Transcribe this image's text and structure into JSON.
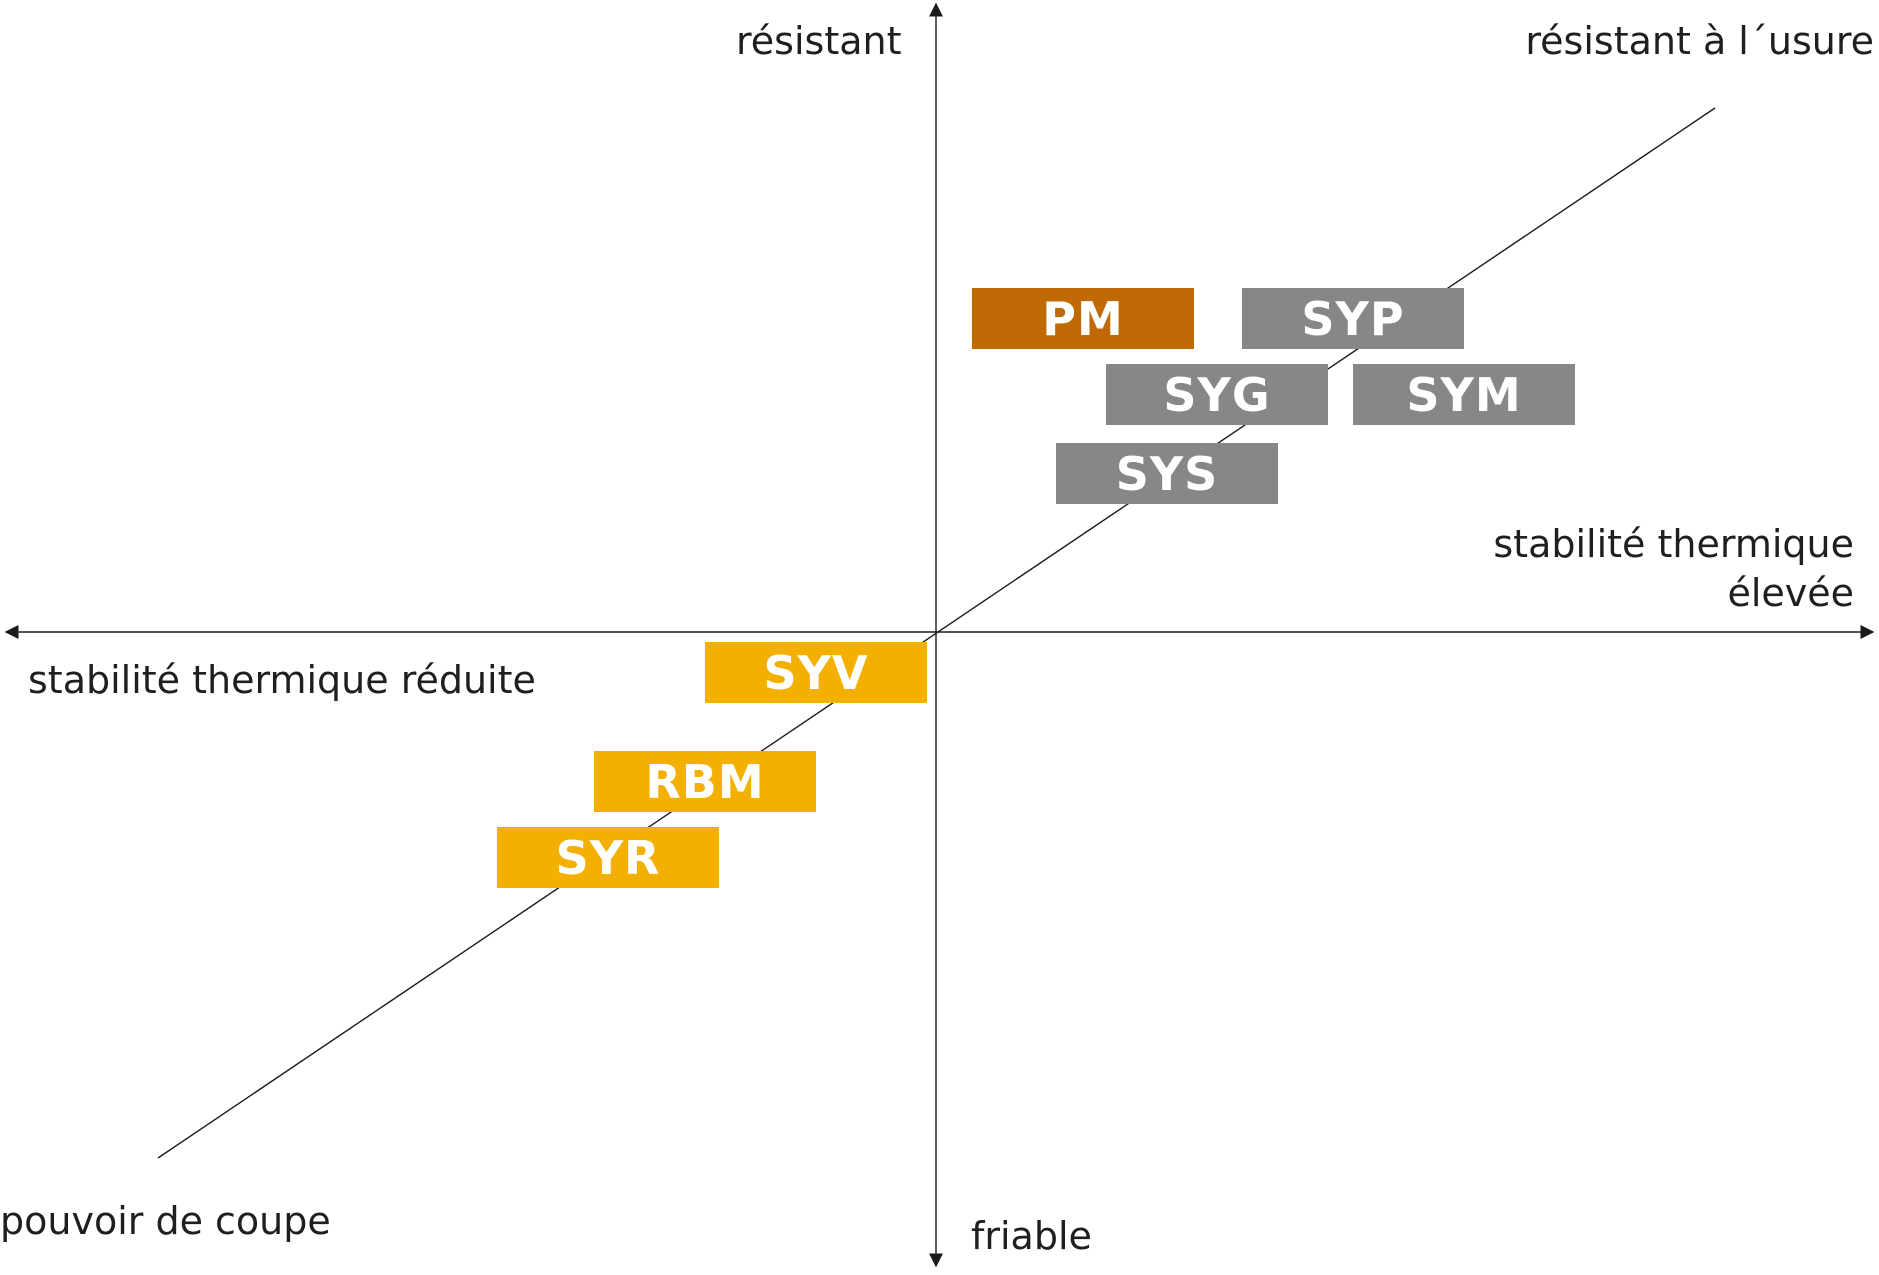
{
  "labels": {
    "top": "résistant",
    "top_right": "résistant à l´usure",
    "right": "stabilité thermique\nélevée",
    "left": "stabilité thermique réduite",
    "bottom_left": "pouvoir de coupe",
    "bottom": "friable"
  },
  "colors": {
    "dark_orange": "#c06a06",
    "gray": "#878787",
    "yellow": "#f4b000",
    "line": "#1a1a1a"
  },
  "boxes": [
    {
      "id": "pm",
      "label": "PM",
      "color": "dark_orange"
    },
    {
      "id": "syp",
      "label": "SYP",
      "color": "gray"
    },
    {
      "id": "syg",
      "label": "SYG",
      "color": "gray"
    },
    {
      "id": "sym",
      "label": "SYM",
      "color": "gray"
    },
    {
      "id": "sys",
      "label": "SYS",
      "color": "gray"
    },
    {
      "id": "syv",
      "label": "SYV",
      "color": "yellow"
    },
    {
      "id": "rbm",
      "label": "RBM",
      "color": "yellow"
    },
    {
      "id": "syr",
      "label": "SYR",
      "color": "yellow"
    }
  ]
}
